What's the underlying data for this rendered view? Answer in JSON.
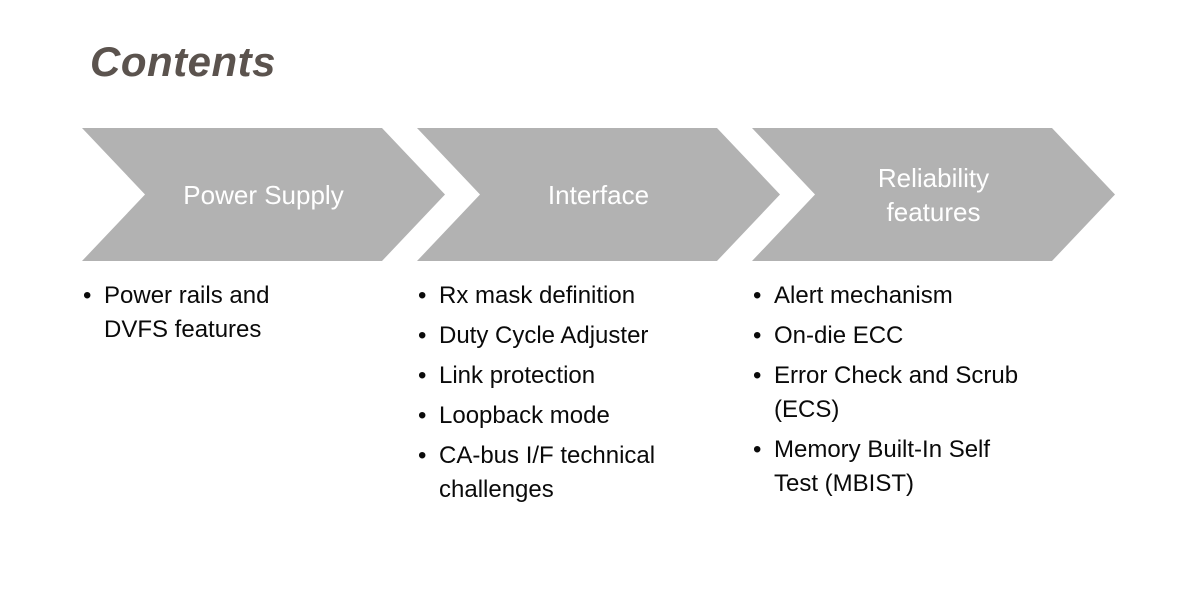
{
  "slide": {
    "title": "Contents",
    "colors": {
      "chevron": "#b2b2b2",
      "chevron_label": "#ffffff",
      "title": "#5b534e",
      "bullet_text": "#0a0a0a",
      "background": "#ffffff"
    },
    "sections": [
      {
        "label": "Power Supply",
        "bullets": [
          "Power rails and DVFS features"
        ]
      },
      {
        "label": "Interface",
        "bullets": [
          "Rx mask definition",
          "Duty Cycle Adjuster",
          "Link protection",
          "Loopback mode",
          "CA-bus I/F technical challenges"
        ]
      },
      {
        "label": "Reliability features",
        "bullets": [
          "Alert mechanism",
          "On-die ECC",
          "Error Check and Scrub (ECS)",
          "Memory Built-In Self Test (MBIST)"
        ]
      }
    ]
  }
}
